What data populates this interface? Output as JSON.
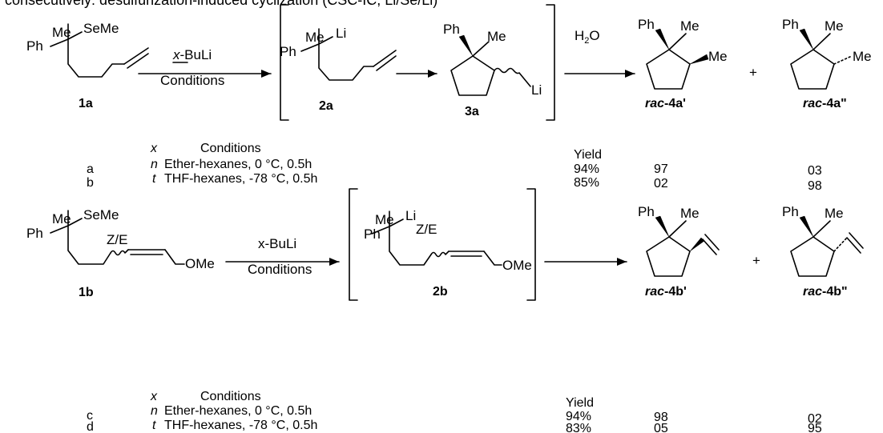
{
  "header_text": "consecutively: desulfurization-induced cyclization (CSC-IC, Li/Se/Li)",
  "atoms": {
    "me": "Me",
    "ph": "Ph",
    "seme": "SeMe",
    "li": "Li",
    "ome": "OMe",
    "ze": "Z/E"
  },
  "reagents": {
    "row1_top": "x-BuLi",
    "row1_top_prefix": "x",
    "row1_top_suffix": "-BuLi",
    "row1_bottom": "Conditions",
    "water": "H2O",
    "water_base": "H",
    "water_sub": "2",
    "water_tail": "O",
    "row2_top": "x-BuLi",
    "row2_bottom": "Conditions",
    "plus": "+"
  },
  "compounds": {
    "c1a": "1a",
    "c2a": "2a",
    "c3a": "3a",
    "p4a1_prefix": "rac",
    "p4a1_suffix": "-4a'",
    "p4a2_prefix": "rac",
    "p4a2_suffix": "-4a\"",
    "c1b": "1b",
    "c2b": "2b",
    "p4b1_prefix": "rac",
    "p4b1_suffix": "-4b'",
    "p4b2_prefix": "rac",
    "p4b2_suffix": "-4b\""
  },
  "table1": {
    "col_x": "x",
    "col_conditions": "Conditions",
    "col_yield": "Yield",
    "rows": [
      {
        "entry": "a",
        "x": "n",
        "conditions": "Ether-hexanes, 0 °C, 0.5h",
        "yield": "94%",
        "p1": "97",
        "p2": "03"
      },
      {
        "entry": "b",
        "x": "t",
        "conditions": "THF-hexanes, -78 °C, 0.5h",
        "yield": "85%",
        "p1": "02",
        "p2": "98"
      }
    ]
  },
  "table2": {
    "col_x": "x",
    "col_conditions": "Conditions",
    "col_yield": "Yield",
    "rows": [
      {
        "entry": "c",
        "x": "n",
        "conditions": "Ether-hexanes, 0 °C, 0.5h",
        "yield": "94%",
        "p1": "98",
        "p2": "02"
      },
      {
        "entry": "d",
        "x": "t",
        "conditions": "THF-hexanes, -78 °C, 0.5h",
        "yield": "83%",
        "p1": "05",
        "p2": "95"
      }
    ]
  }
}
